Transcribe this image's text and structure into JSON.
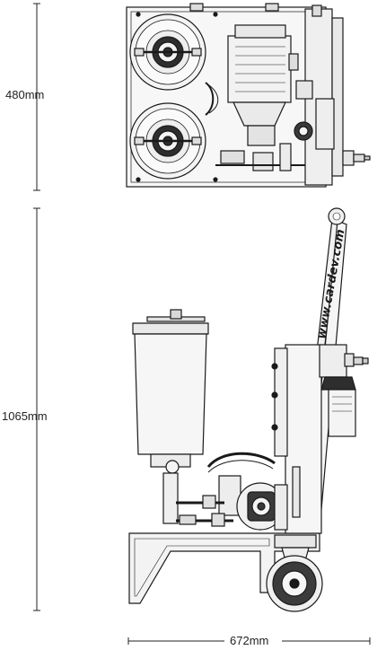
{
  "dimensions": {
    "top_view_depth": "480mm",
    "side_view_height": "1065mm",
    "width": "672mm"
  },
  "branding": {
    "website_text": "www.cardev.com"
  },
  "colors": {
    "line": "#1a1a1a",
    "fill_light": "#f4f4f4",
    "fill_mid": "#e4e4e4",
    "fill_dark": "#3a3a3a"
  }
}
